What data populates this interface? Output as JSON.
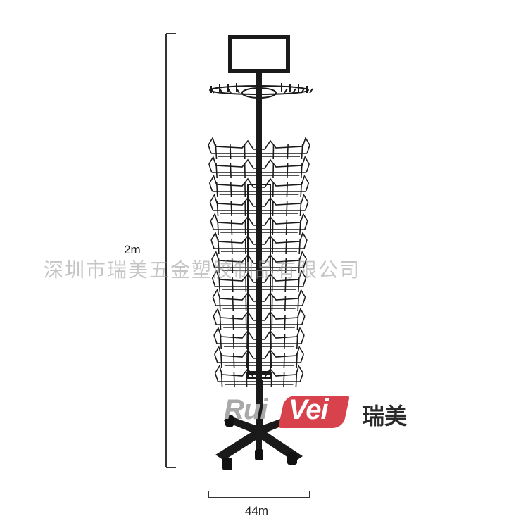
{
  "dimensions": {
    "height_label": "2m",
    "width_label": "44m"
  },
  "watermark_text": "深圳市瑞美五金塑胶制品有限公司",
  "logo": {
    "part1": "Rui",
    "part2": "Vei",
    "chinese": "瑞美",
    "accent_color": "#d8424c"
  },
  "colors": {
    "rack": "#1a1a1a",
    "dimension_lines": "#333333"
  }
}
